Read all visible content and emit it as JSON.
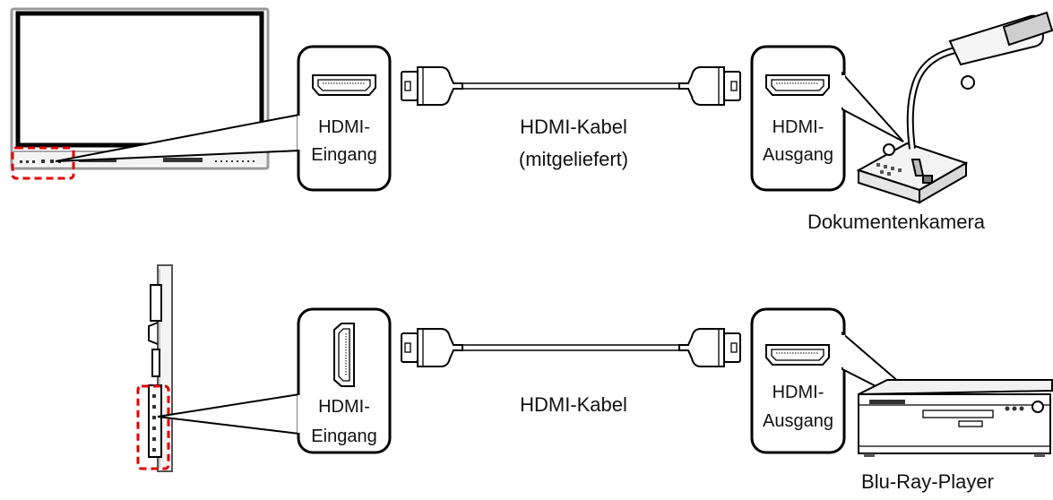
{
  "top": {
    "input_label_1": "HDMI-",
    "input_label_2": "Eingang",
    "cable_label_1": "HDMI-Kabel",
    "cable_label_2": "(mitgeliefert)",
    "output_label_1": "HDMI-",
    "output_label_2": "Ausgang",
    "device_label": "Dokumentenkamera"
  },
  "bottom": {
    "input_label_1": "HDMI-",
    "input_label_2": "Eingang",
    "cable_label": "HDMI-Kabel",
    "output_label_1": "HDMI-",
    "output_label_2": "Ausgang",
    "device_label": "Blu-Ray-Player"
  },
  "colors": {
    "highlight": "#e00000",
    "line": "#000000"
  },
  "icons": [
    "display-front-icon",
    "display-side-icon",
    "hdmi-port-icon",
    "hdmi-plug-icon",
    "document-camera-icon",
    "blu-ray-player-icon"
  ]
}
